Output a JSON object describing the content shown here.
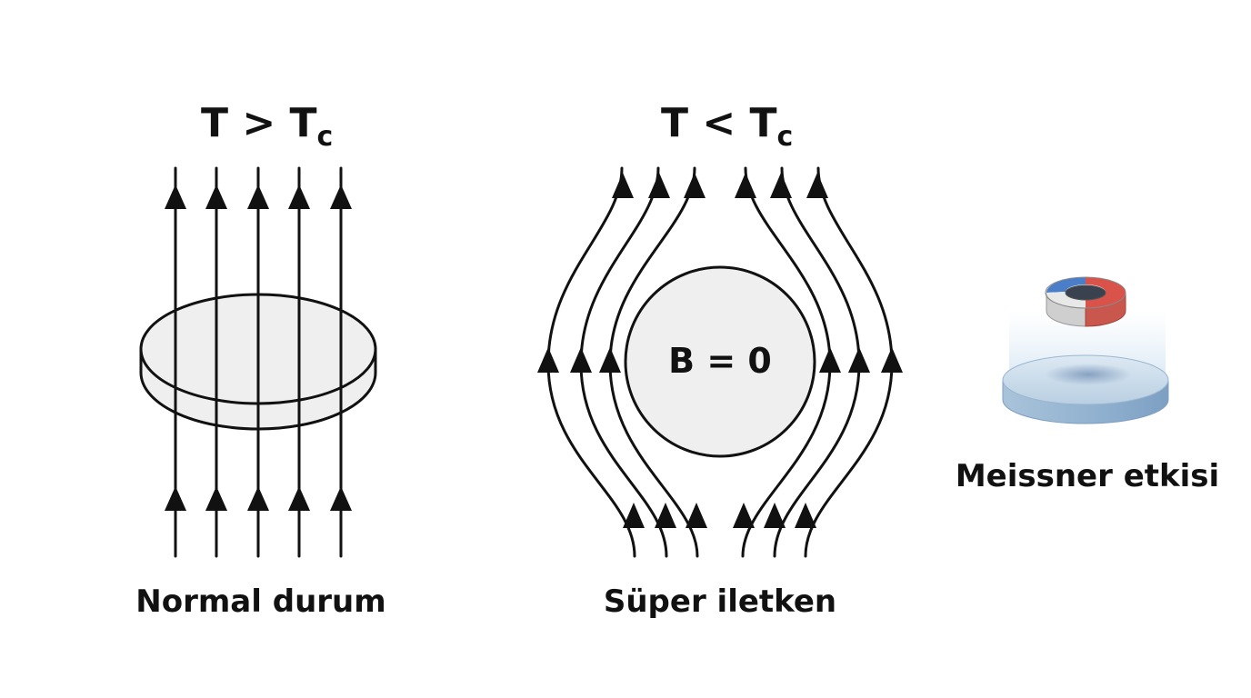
{
  "panels": {
    "normal": {
      "title_main": "T > T",
      "title_sub": "c",
      "caption": "Normal durum"
    },
    "super": {
      "title_main": "T < T",
      "title_sub": "c",
      "inner_label": "B = 0",
      "caption": "Süper iletken"
    },
    "meissner": {
      "caption": "Meissner etkisi"
    }
  },
  "colors": {
    "line": "#111111",
    "disc_fill": "#efefef",
    "magnet_north": "#d9534a",
    "magnet_south": "#4a7ec9",
    "superconductor": "#b8cfe0"
  }
}
